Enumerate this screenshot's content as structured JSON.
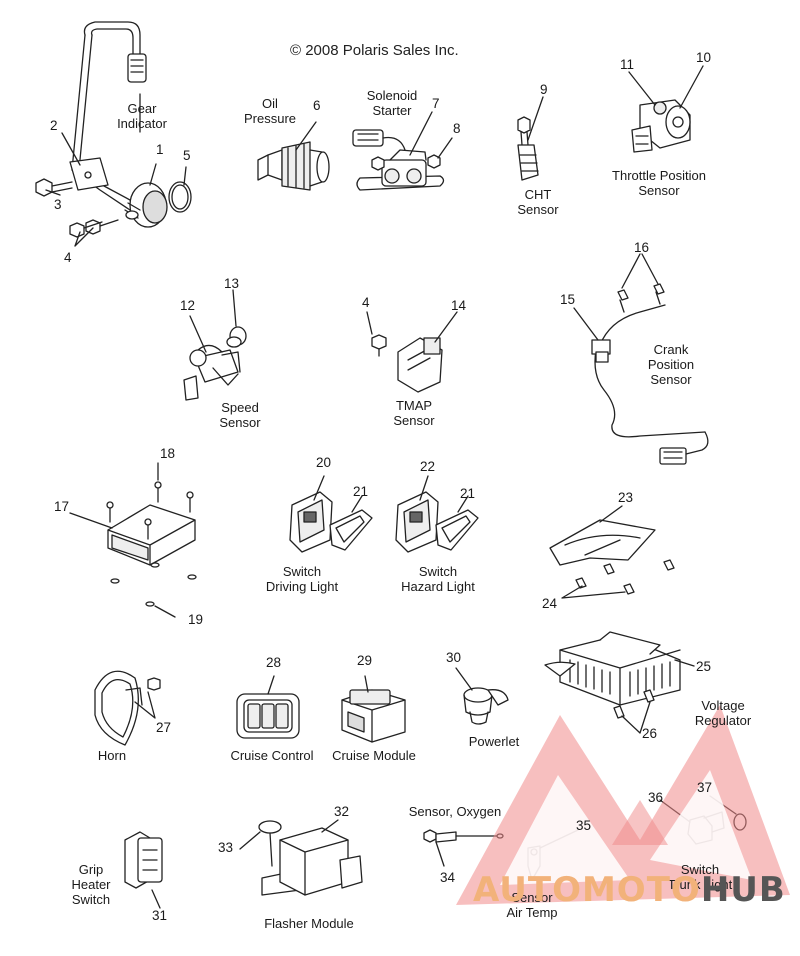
{
  "copyright": "© 2008 Polaris Sales Inc.",
  "callouts": {
    "n1": "1",
    "n2": "2",
    "n3": "3",
    "n4a": "4",
    "n4b": "4",
    "n5": "5",
    "n6": "6",
    "n7": "7",
    "n8": "8",
    "n9": "9",
    "n10": "10",
    "n11": "11",
    "n12": "12",
    "n13": "13",
    "n14": "14",
    "n15": "15",
    "n16": "16",
    "n17": "17",
    "n18": "18",
    "n19": "19",
    "n20": "20",
    "n21a": "21",
    "n21b": "21",
    "n22": "22",
    "n23": "23",
    "n24": "24",
    "n25": "25",
    "n26": "26",
    "n27": "27",
    "n28": "28",
    "n29": "29",
    "n30": "30",
    "n31": "31",
    "n32": "32",
    "n33": "33",
    "n34": "34",
    "n35": "35",
    "n36": "36",
    "n37": "37"
  },
  "labels": {
    "gear_indicator": "Gear\nIndicator",
    "oil_pressure": "Oil\nPressure",
    "solenoid_starter": "Solenoid\nStarter",
    "cht_sensor": "CHT\nSensor",
    "throttle_position": "Throttle Position\nSensor",
    "speed_sensor": "Speed\nSensor",
    "tmap_sensor": "TMAP\nSensor",
    "crank_position": "Crank\nPosition\nSensor",
    "switch_driving_light": "Switch\nDriving Light",
    "switch_hazard_light": "Switch\nHazard Light",
    "horn": "Horn",
    "cruise_control": "Cruise Control",
    "cruise_module": "Cruise Module",
    "powerlet": "Powerlet",
    "voltage_regulator": "Voltage\nRegulator",
    "sensor_oxygen": "Sensor, Oxygen",
    "grip_heater_switch": "Grip\nHeater\nSwitch",
    "flasher_module": "Flasher Module",
    "sensor_air_temp": "Sensor\nAir Temp",
    "switch_trunk_light": "Switch\nTrunk Light"
  },
  "watermark": {
    "part1": "AUTOMOTO",
    "part2": "HUB",
    "color1": "#f2b27a",
    "color2": "#555555",
    "logo_color": "#f08a8a"
  }
}
